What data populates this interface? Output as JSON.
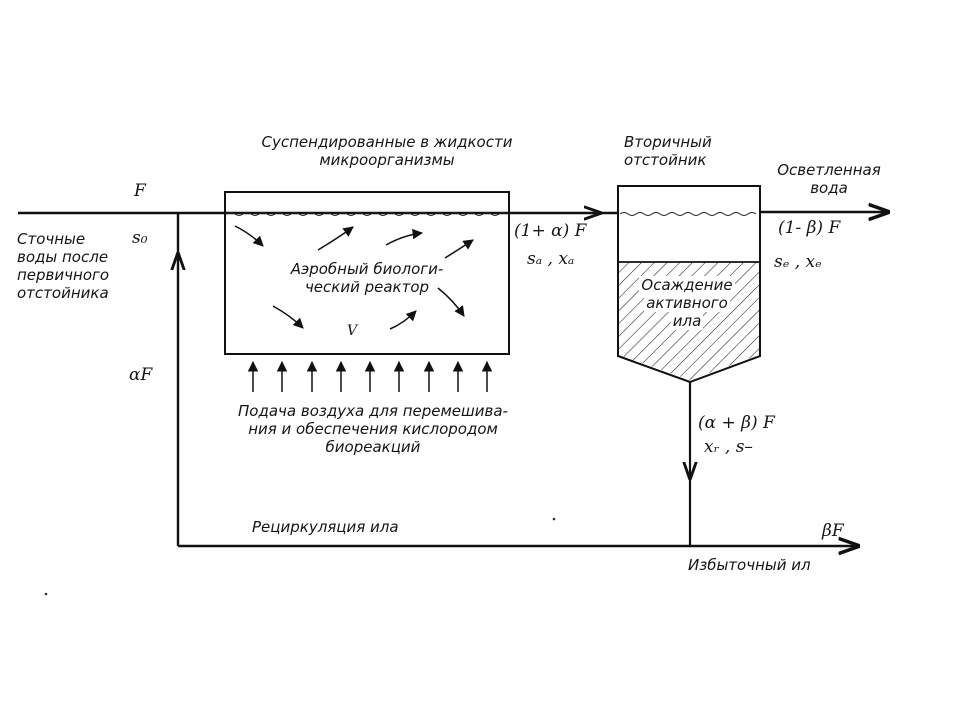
{
  "labels": {
    "reactor_title_1": "Суспендированные в жидкости",
    "reactor_title_2": "микроорганизмы",
    "clarifier_title_1": "Вторичный",
    "clarifier_title_2": "отстойник",
    "effluent_1": "Осветленная",
    "effluent_2": "вода",
    "influent_flow": "F",
    "influent_1": "Сточные",
    "influent_2": "воды после",
    "influent_3": "первичного",
    "influent_4": "отстойника",
    "influent_conc": "s₀",
    "reactor_1": "Аэробный биологи-",
    "reactor_2": "ческий реактор",
    "reactor_volume": "V",
    "mixed_flow": "(1+ α) F",
    "mixed_conc": "sₐ ,  xₐ",
    "effluent_flow": "(1- β) F",
    "effluent_conc": "sₑ ,  xₑ",
    "sludge_1": "Осаждение",
    "sludge_2": "активного",
    "sludge_3": "ила",
    "underflow": "(α + β) F",
    "underflow_conc": "xᵣ ,  s–",
    "air_1": "Подача воздуха для перемешива-",
    "air_2": "ния и обеспечения кислородом",
    "air_3": "биореакций",
    "recycle_flow": "αF",
    "recycle_label": "Рециркуляция ила",
    "waste_flow": "βF",
    "waste_label": "Избыточный ил"
  }
}
